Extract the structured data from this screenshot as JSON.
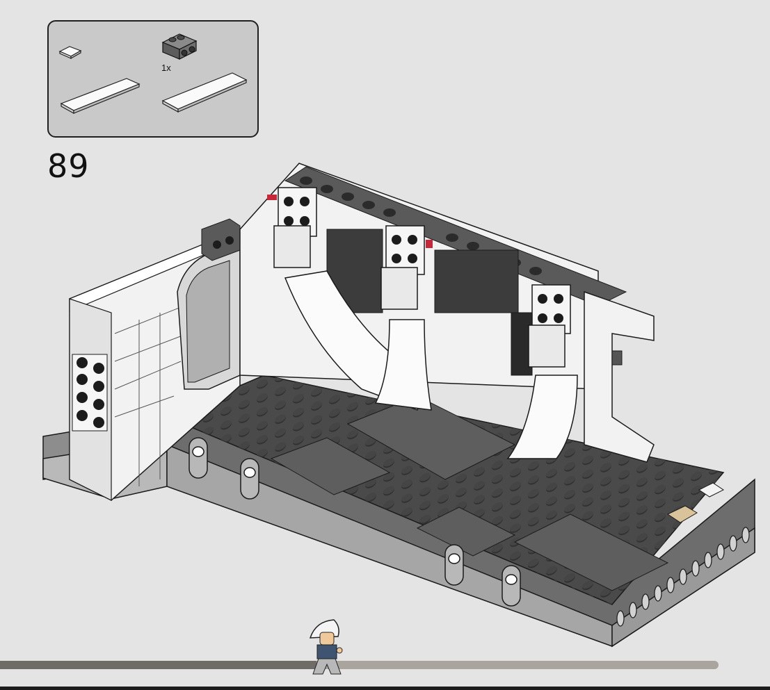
{
  "step": {
    "number": "89",
    "progress": 0.44
  },
  "parts_callout": {
    "items": [
      {
        "name": "white-tile-1x1",
        "qty": ""
      },
      {
        "name": "dark-gray-bracket-1x2-2x2",
        "qty": "1x"
      },
      {
        "name": "white-tile-1x6",
        "qty": ""
      },
      {
        "name": "white-tile-1x6",
        "qty": ""
      }
    ]
  },
  "colors": {
    "page": "#e4e4e4",
    "callout_bg": "#c9c9c9",
    "dark_gray": "#5b5b5b",
    "light_gray": "#9a9a9a",
    "white": "#f4f4f4",
    "progress_done": "#6f6b67",
    "progress_track": "#a9a49e"
  }
}
